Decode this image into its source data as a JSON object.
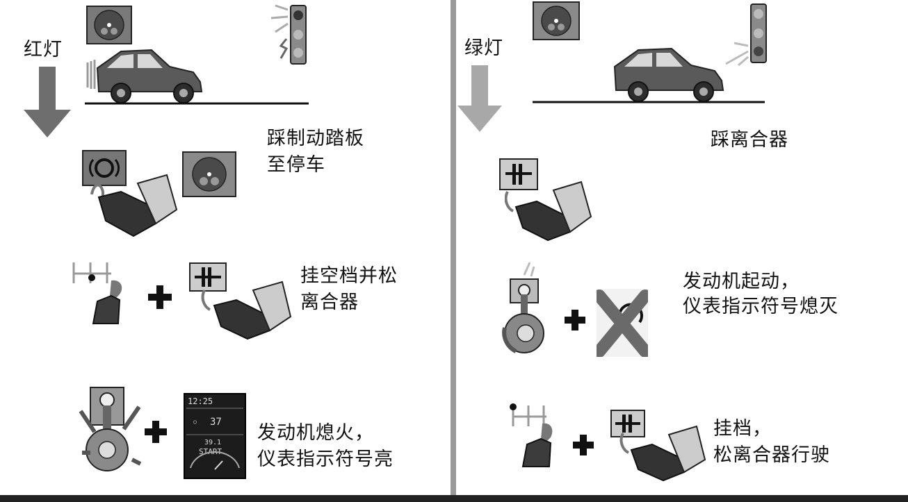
{
  "left_panel": {
    "light_label": "红灯",
    "step1": [
      "踩制动踏板",
      "至停车"
    ],
    "step2": [
      "挂空档并松",
      "离合器"
    ],
    "step3": [
      "发动机熄火，",
      "仪表指示符号亮"
    ],
    "dashboard": {
      "time": "12:25",
      "speed": "37",
      "odometer": "39.1",
      "status": "START"
    }
  },
  "right_panel": {
    "light_label": "绿灯",
    "step1": [
      "踩离合器"
    ],
    "step2": [
      "发动机起动，",
      "仪表指示符号熄灭"
    ],
    "step3": [
      "挂档，",
      "松离合器行驶"
    ]
  },
  "colors": {
    "arrow_left": "#6e6e6e",
    "arrow_right": "#a8a8a8",
    "car": "#5a5a5a",
    "divider": "#9a9a9a"
  }
}
